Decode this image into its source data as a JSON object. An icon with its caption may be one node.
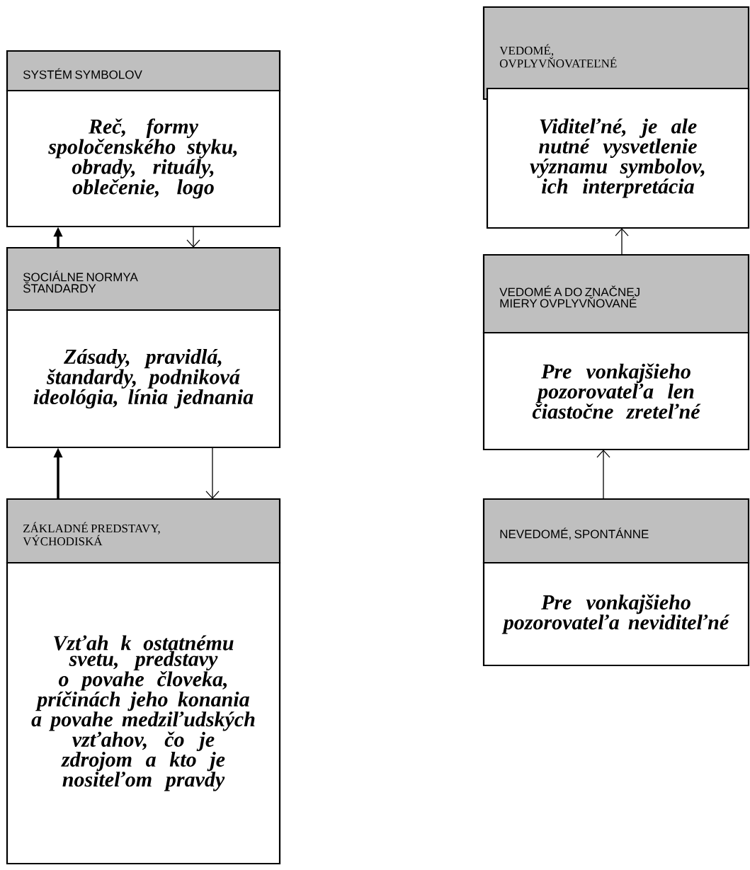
{
  "diagram": {
    "nodes": [
      {
        "text": [
          "SYSTÉM SYMBOLOV",
          "Reč, formy spoločenského styku, obrady, rituály, oblečenie, logo"
        ]
      },
      {
        "text": [
          "SOCIÁLNE NORMYA ŠTANDARDY",
          "Zásady, pravidlá, štandardy, podniková ideológia, línia jednania"
        ]
      },
      {
        "text": [
          "ZÁKLADNÉ PREDSTAVY, VÝCHODISKÁ",
          "Vzťah k ostatnému svetu, predstavy o povahe človeka, príčinách jeho konania a povahe medziľudských vzťahov, čo je zdrojom a kto je nositeľom pravdy"
        ]
      },
      {
        "text": [
          "VEDOMÉ, OVPLYVŇOVATEĽNÉ",
          "Viditeľné, je ale nutné vysvetlenie významu symbolov, ich interpretácia"
        ]
      },
      {
        "text": [
          "VEDOMÉ A DO ZNAČNEJ MIERY OVPLYVŇOVANÉ",
          "Pre vonkajšieho pozorovateľa len čiastočne zreteľné"
        ]
      },
      {
        "text": [
          "NEVEDOMÉ, SPONTÁNNE",
          "Pre vonkajšieho pozorovateľa neviditeľné"
        ]
      }
    ],
    "edges": [
      {
        "from": 1,
        "to": 0,
        "arrow": "to",
        "style": "thick"
      },
      {
        "from": 0,
        "to": 1,
        "arrow": "to"
      },
      {
        "from": 2,
        "to": 1,
        "arrow": "to",
        "style": "thick"
      },
      {
        "from": 1,
        "to": 2,
        "arrow": "to"
      },
      {
        "from": 4,
        "to": 3,
        "arrow": "to"
      },
      {
        "from": 5,
        "to": 4,
        "arrow": "to"
      }
    ]
  }
}
